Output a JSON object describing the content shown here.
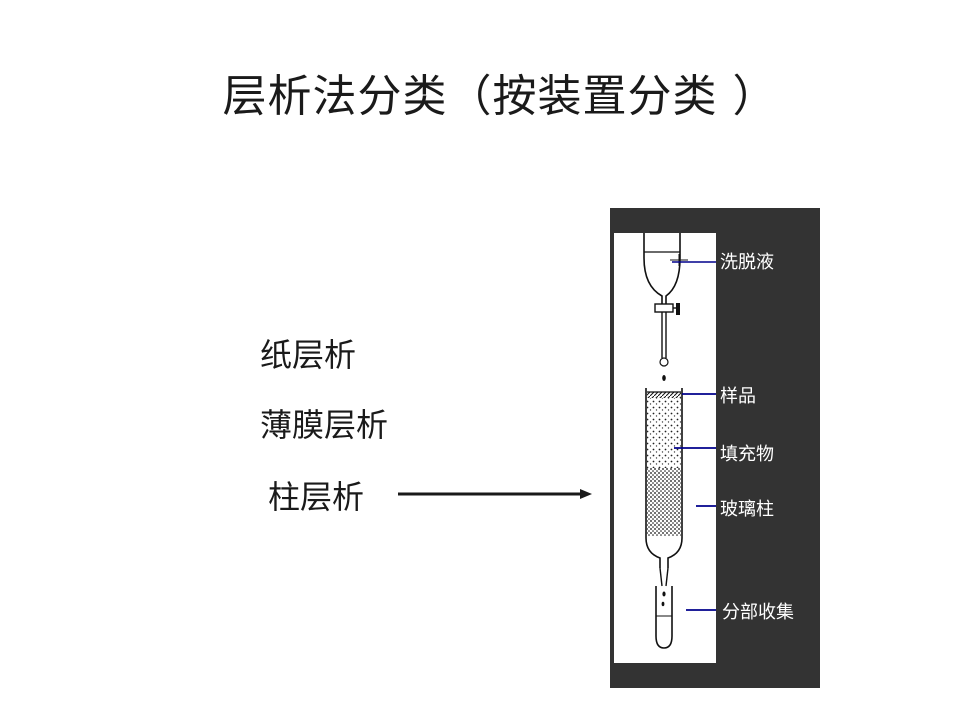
{
  "slide": {
    "title": "层析法分类（按装置分类 ）",
    "methods": [
      {
        "label": "纸层析"
      },
      {
        "label": "薄膜层析"
      },
      {
        "label": "柱层析"
      }
    ],
    "arrow_icon": "right-arrow-icon"
  },
  "diagram": {
    "labels": [
      "洗脱液",
      "样品",
      "填充物",
      "玻璃柱",
      "分部收集"
    ],
    "leader_color": "#00008b",
    "panel_color": "#333333"
  }
}
